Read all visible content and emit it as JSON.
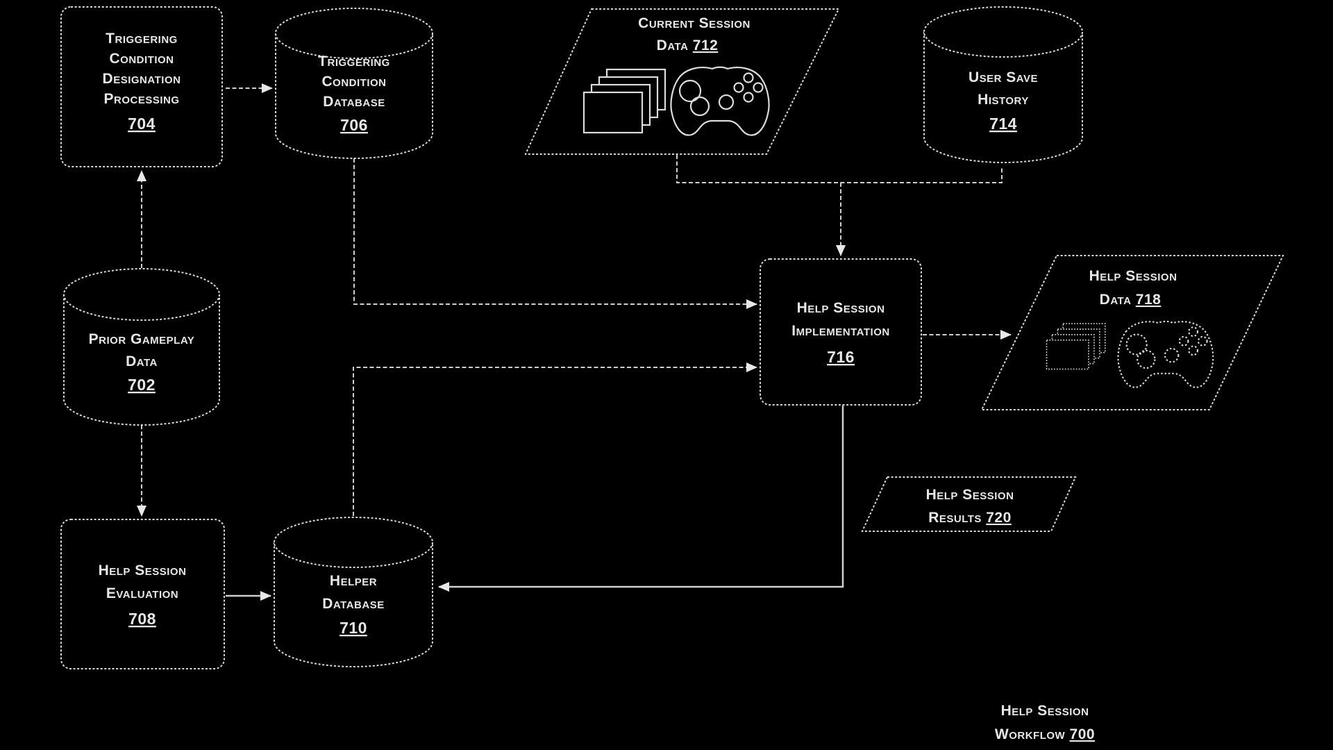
{
  "colors": {
    "background": "#000000",
    "line": "#d8d8d8",
    "text": "#e8e8e8"
  },
  "caption": {
    "line1": "Help Session",
    "line2_text": "Workflow ",
    "number": "700"
  },
  "nodes": {
    "triggering_condition_designation_processing": {
      "shape": "rounded-box",
      "lines": [
        "Triggering",
        "Condition",
        "Designation",
        "Processing"
      ],
      "number": "704"
    },
    "triggering_condition_database": {
      "shape": "cylinder",
      "lines": [
        "Triggering",
        "Condition",
        "Database"
      ],
      "number": "706"
    },
    "current_session_data": {
      "shape": "parallelogram",
      "line1": "Current Session",
      "line2_text": "Data ",
      "number": "712",
      "icons": [
        "game-cards-stack-icon",
        "game-controller-icon"
      ]
    },
    "user_save_history": {
      "shape": "cylinder",
      "lines": [
        "User Save",
        "History"
      ],
      "number": "714"
    },
    "prior_gameplay_data": {
      "shape": "cylinder",
      "lines": [
        "Prior Gameplay",
        "Data"
      ],
      "number": "702"
    },
    "help_session_implementation": {
      "shape": "rounded-box",
      "lines": [
        "Help Session",
        "Implementation"
      ],
      "number": "716"
    },
    "help_session_data": {
      "shape": "parallelogram",
      "line1": "Help Session",
      "line2_text": "Data ",
      "number": "718",
      "icons": [
        "game-cards-stack-icon-dotted",
        "game-controller-icon-dotted"
      ]
    },
    "help_session_results": {
      "shape": "parallelogram",
      "line1": "Help Session",
      "line2_text": "Results ",
      "number": "720"
    },
    "help_session_evaluation": {
      "shape": "rounded-box",
      "lines": [
        "Help Session",
        "Evaluation"
      ],
      "number": "708"
    },
    "helper_database": {
      "shape": "cylinder",
      "lines": [
        "Helper",
        "Database"
      ],
      "number": "710"
    }
  },
  "edges": [
    {
      "from": "704",
      "to": "706"
    },
    {
      "from": "702",
      "to": "704"
    },
    {
      "from": "702",
      "to": "708"
    },
    {
      "from": "708",
      "to": "710"
    },
    {
      "from": "706",
      "to": "716"
    },
    {
      "from": "710",
      "to": "716"
    },
    {
      "from": "712",
      "to": "716"
    },
    {
      "from": "714",
      "to": "716"
    },
    {
      "from": "716",
      "to": "718"
    },
    {
      "from": "716",
      "to": "710"
    }
  ]
}
